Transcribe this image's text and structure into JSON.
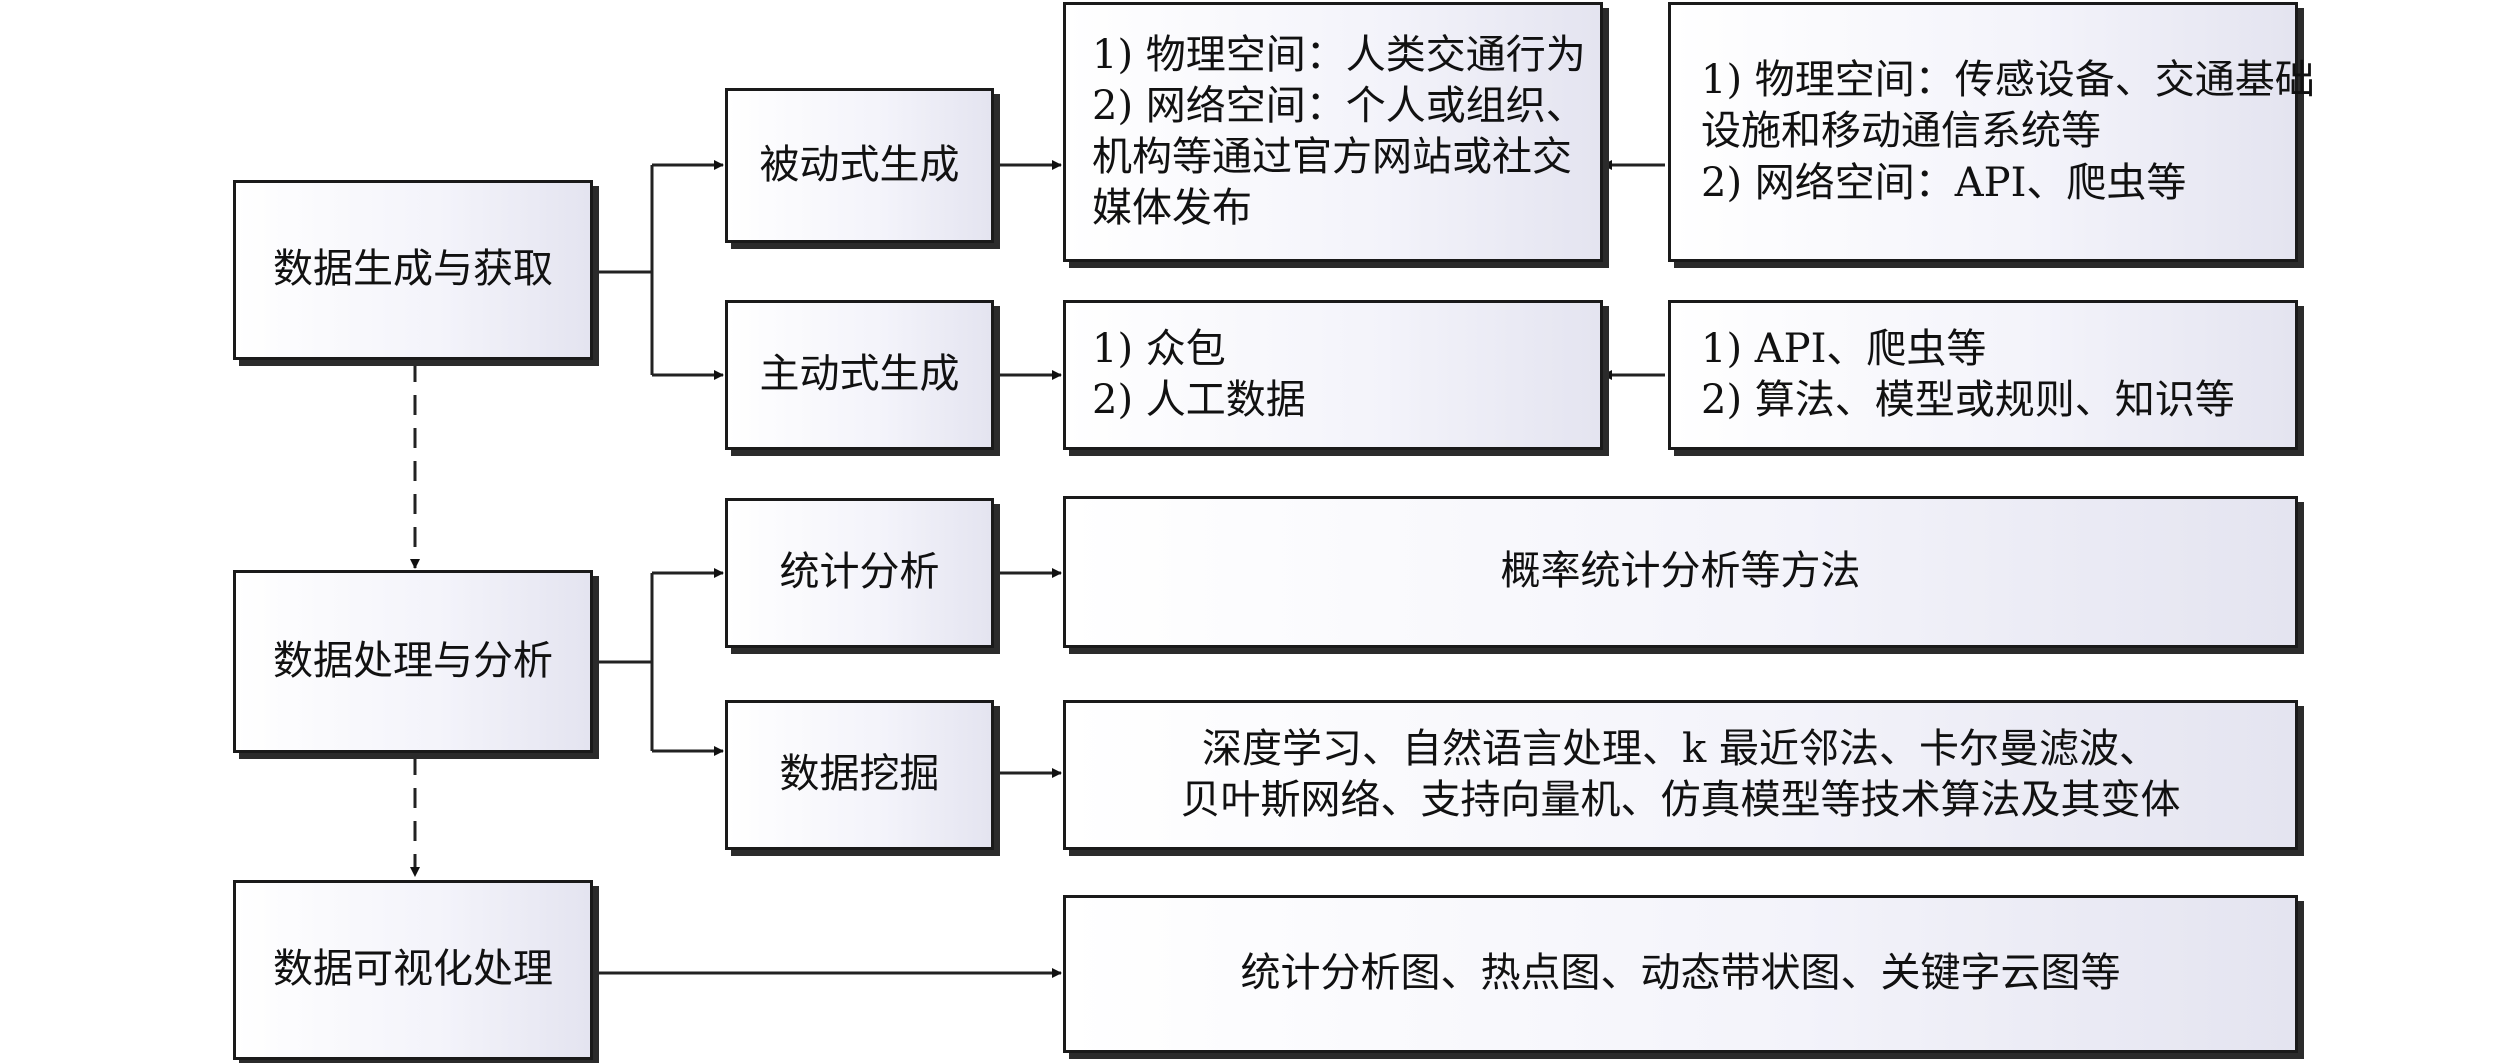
{
  "stages": {
    "generation": "数据生成与获取",
    "processing": "数据处理与分析",
    "visualization": "数据可视化处理"
  },
  "methods": {
    "passive": "被动式生成",
    "active": "主动式生成",
    "statistics": "统计分析",
    "mining": "数据挖掘"
  },
  "details": {
    "passive": [
      "1) 物理空间：人类交通行为",
      "2) 网络空间：个人或组织、",
      "机构等通过官方网站或社交",
      "媒体发布"
    ],
    "active": [
      "1) 众包",
      "2) 人工数据"
    ],
    "statistics": "概率统计分析等方法",
    "mining": [
      "深度学习、自然语言处理、k 最近邻法、卡尔曼滤波、",
      "贝叶斯网络、支持向量机、仿真模型等技术算法及其变体"
    ],
    "visualization": "统计分析图、热点图、动态带状图、关键字云图等"
  },
  "sources": {
    "passive": [
      "1) 物理空间：传感设备、交通基础",
      "设施和移动通信系统等",
      "2) 网络空间：API、爬虫等"
    ],
    "active": [
      "1) API、爬虫等",
      "2) 算法、模型或规则、知识等"
    ]
  }
}
